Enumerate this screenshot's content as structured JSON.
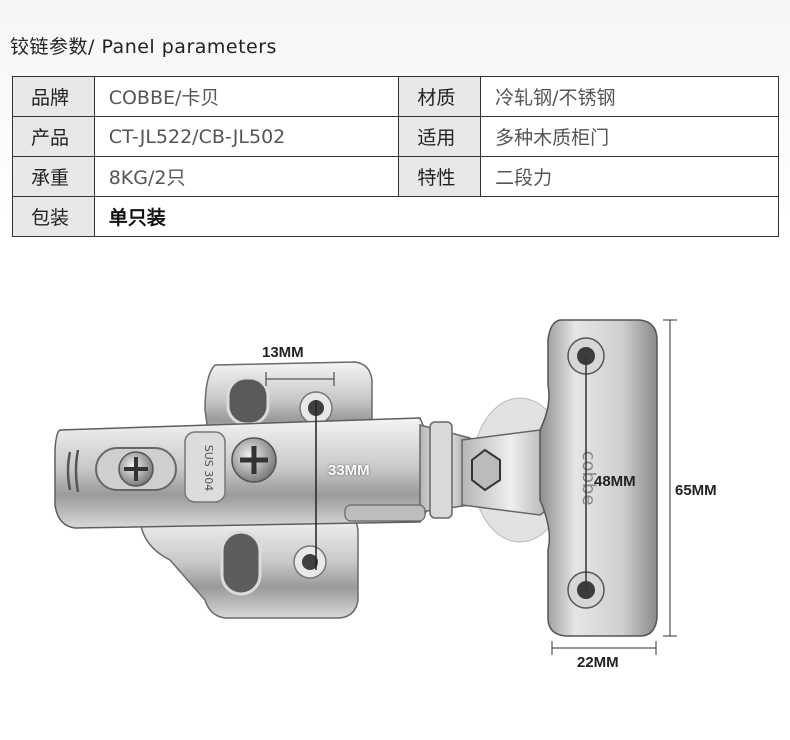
{
  "header": {
    "title": "铰链参数/ Panel parameters"
  },
  "spec_table": {
    "rows": [
      {
        "label1": "品牌",
        "value1": "COBBE/卡贝",
        "label2": "材质",
        "value2": "冷轧钢/不锈钢"
      },
      {
        "label1": "产品",
        "value1": "CT-JL522/CB-JL502",
        "label2": "适用",
        "value2": "多种木质柜门"
      },
      {
        "label1": "承重",
        "value1": "8KG/2只",
        "label2": "特性",
        "value2": "二段力"
      },
      {
        "label1": "包装",
        "value1": "单只装"
      }
    ]
  },
  "figure": {
    "dimensions": {
      "d13": "13MM",
      "d33": "33MM",
      "d48": "48MM",
      "d65": "65MM",
      "d22": "22MM"
    },
    "engraving_cup": "SUS 304",
    "engraving_plate": "cobbe"
  }
}
